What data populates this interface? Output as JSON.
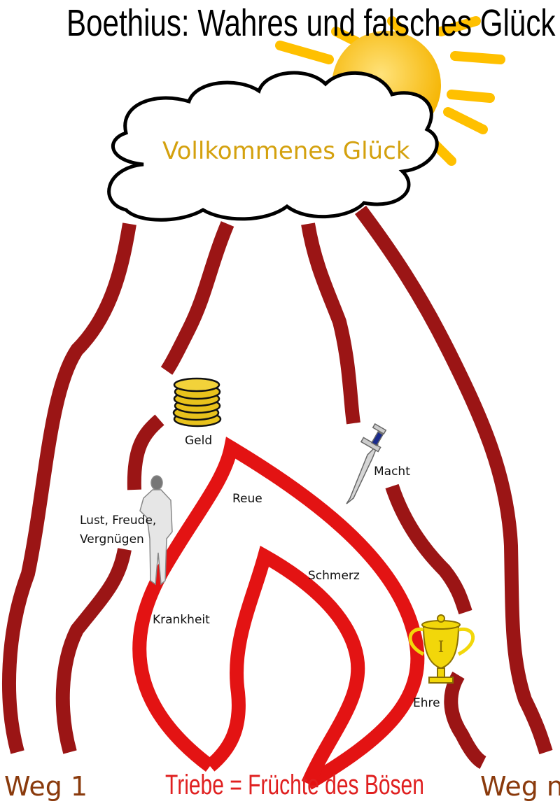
{
  "title": "Boethius: Wahres und falsches Glück",
  "cloud_label": "Vollkommenes Glück",
  "labels": {
    "geld": "Geld",
    "lust": "Lust, Freude,",
    "lust2": "Vergnügen",
    "macht": "Macht",
    "reue": "Reue",
    "schmerz": "Schmerz",
    "krankheit": "Krankheit",
    "ehre": "Ehre"
  },
  "bottom": {
    "weg1": "Weg 1",
    "triebe": "Triebe = Früchte des Bösen",
    "wegn": "Weg n"
  },
  "colors": {
    "path": "#9b1515",
    "flame": "#e31313",
    "sun": "#ffc000",
    "cloud_text": "#d4a10e",
    "weg": "#8a3a0c"
  }
}
